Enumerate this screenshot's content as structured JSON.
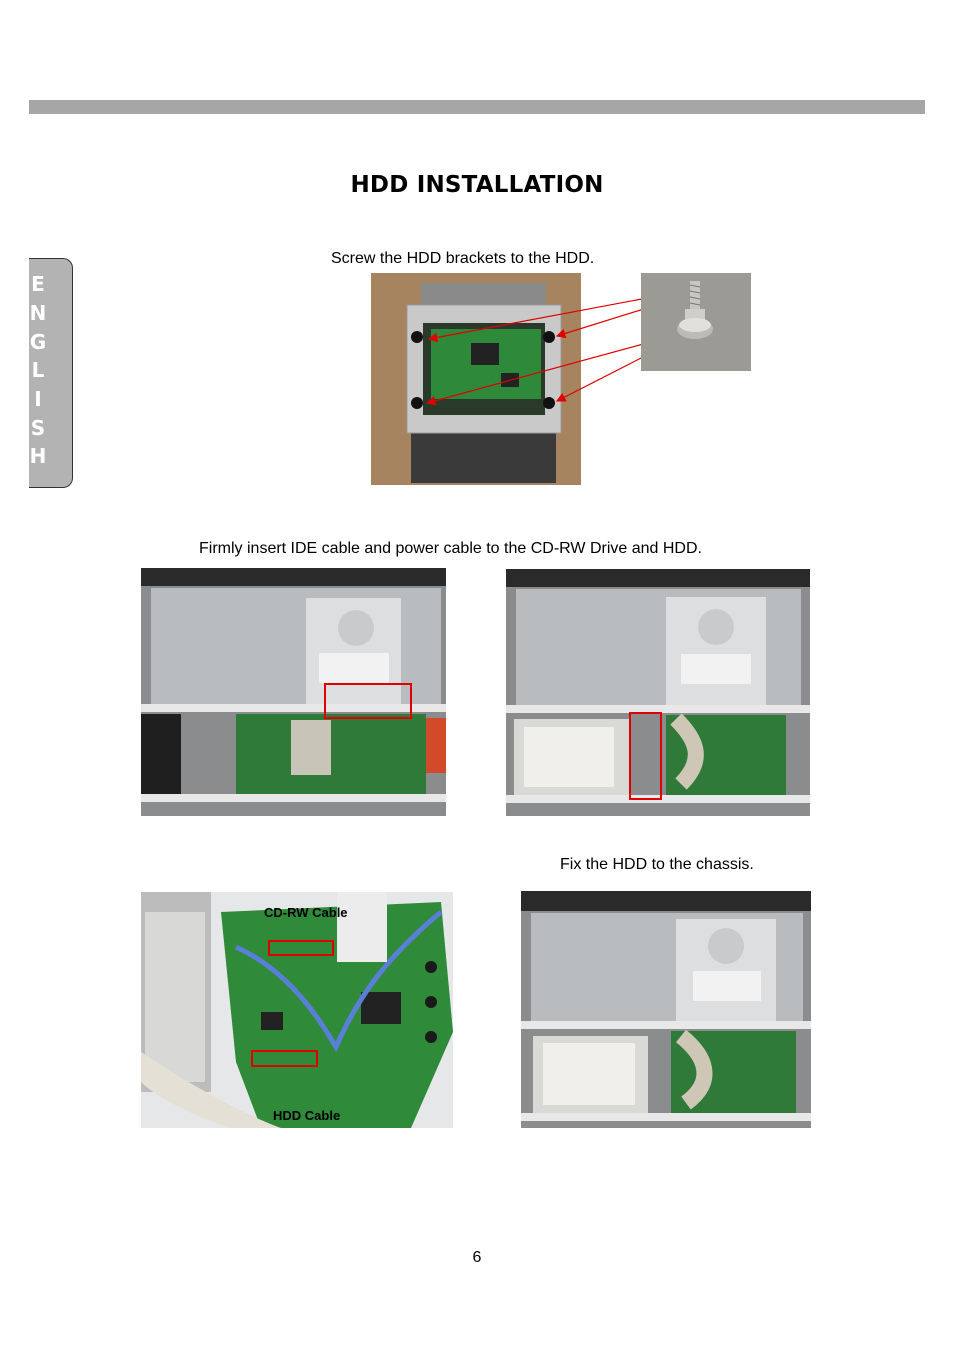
{
  "page": {
    "title": "HDD INSTALLATION",
    "language_tab": [
      "E",
      "N",
      "G",
      "L",
      "I",
      "S",
      "H"
    ],
    "page_number": "6"
  },
  "steps": {
    "step1_caption": "Screw the HDD brackets to the HDD.",
    "step2_caption": "Firmly insert IDE cable and power cable to the CD-RW Drive and HDD.",
    "step3_caption": "Fix the HDD to the chassis."
  },
  "labels": {
    "cdrw_cable": "CD-RW Cable",
    "hdd_cable": "HDD Cable"
  },
  "colors": {
    "header_bar": "#a6a6a6",
    "tab_background": "#b3b3b3",
    "highlight": "#e00000"
  }
}
